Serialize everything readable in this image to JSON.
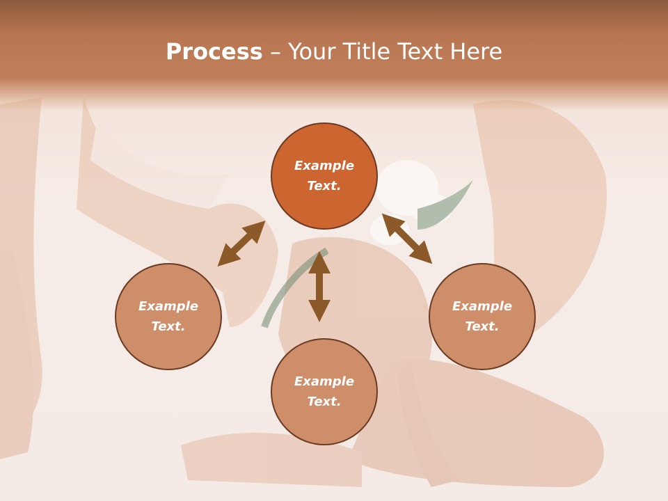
{
  "slide": {
    "title_bold": "Process",
    "title_rest": " – Your Title Text Here"
  },
  "nodes": {
    "top": "Example Text.",
    "left": "Example Text.",
    "right": "Example Text.",
    "bottom": "Example Text."
  },
  "colors": {
    "header": "#c07f5a",
    "node_active": "#cd6530",
    "node": "#cf8e6a",
    "node_border": "#6b3a22",
    "arrow": "#8c5a28"
  }
}
